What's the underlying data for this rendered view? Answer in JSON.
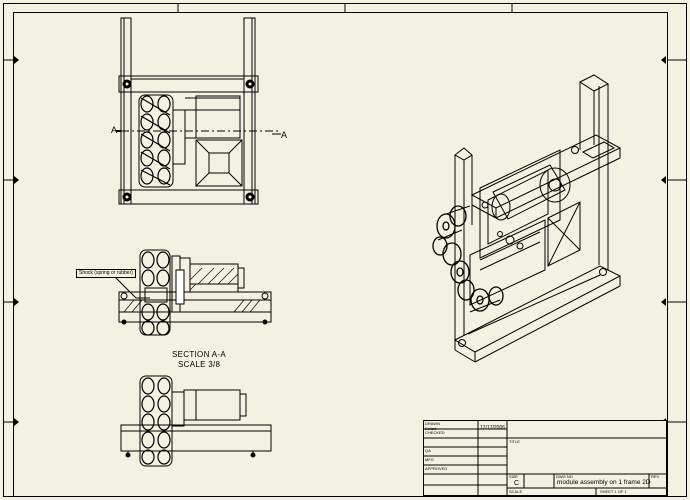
{
  "colors": {
    "paper": "#f3f1e2",
    "ink": "#000000",
    "frame_bg": "#ffffff"
  },
  "views": {
    "section_marker": "A",
    "section_title": "SECTION A-A",
    "section_scale": "SCALE 3/8",
    "shock_callout": "Shock (spring or rubber)"
  },
  "title_block": {
    "drawn_label": "DRAWN",
    "drawn_name": "Eckart",
    "drawn_date": "12/17/2006",
    "checked_label": "CHECKED",
    "qa_label": "QA",
    "mfg_label": "MFG",
    "approved_label": "APPROVED",
    "title_label": "TITLE",
    "size_label": "SIZE",
    "size_value": "C",
    "dwg_label": "DWG NO",
    "dwg_value": "module assembly on 1 frame 2D",
    "rev_label": "REV",
    "scale_label": "SCALE",
    "sheet_text": "SHEET 1 OF 1"
  }
}
